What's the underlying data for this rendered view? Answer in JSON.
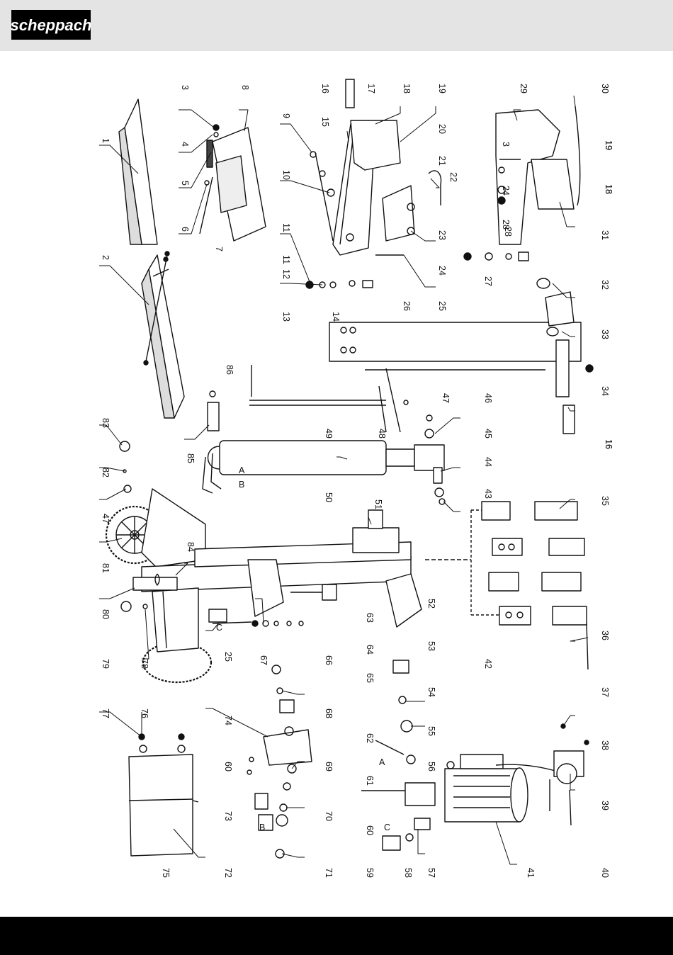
{
  "brand": {
    "name": "scheppach"
  },
  "diagram": {
    "type": "exploded parts view",
    "orientation": "rotated 90° clockwise",
    "part_labels": [
      "1",
      "2",
      "3",
      "4",
      "5",
      "6",
      "7",
      "8",
      "9",
      "10",
      "11",
      "12",
      "13",
      "14",
      "15",
      "16",
      "17",
      "18",
      "19",
      "20",
      "21",
      "22",
      "23",
      "24",
      "25",
      "26",
      "27",
      "28",
      "29",
      "30",
      "31",
      "32",
      "33",
      "34",
      "35",
      "36",
      "37",
      "38",
      "39",
      "40",
      "41",
      "42",
      "43",
      "44",
      "45",
      "46",
      "47",
      "48",
      "49",
      "50",
      "51",
      "52",
      "53",
      "54",
      "55",
      "56",
      "57",
      "58",
      "59",
      "60",
      "61",
      "62",
      "63",
      "64",
      "65",
      "66",
      "67",
      "68",
      "69",
      "70",
      "71",
      "72",
      "73",
      "74",
      "75",
      "76",
      "77",
      "78",
      "79",
      "80",
      "81",
      "82",
      "83",
      "84",
      "85",
      "86"
    ],
    "extra_labels": {
      "top_col": [
        "3",
        "24",
        "28",
        "19",
        "18",
        "16",
        "11",
        "25",
        "60"
      ],
      "right_col": [
        "47",
        "19",
        "18",
        "16"
      ]
    },
    "connector_letters": [
      "A",
      "B",
      "C",
      "A",
      "B",
      "C"
    ]
  },
  "colors": {
    "header_bg": "#e4e4e4",
    "footer_bg": "#000000",
    "line": "#111111",
    "logo_bg": "#000000",
    "logo_fg": "#ffffff"
  }
}
